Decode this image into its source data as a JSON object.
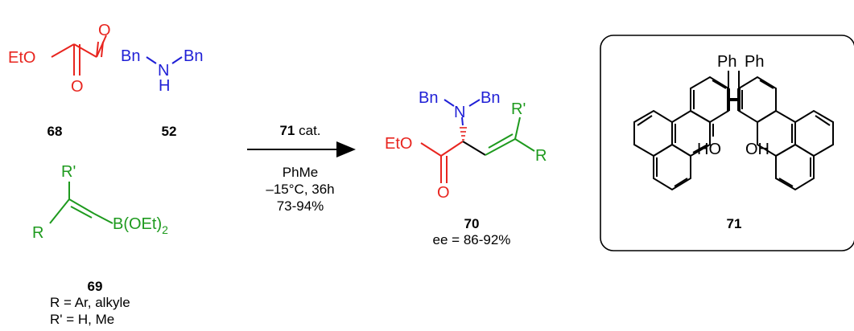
{
  "colors": {
    "red": "#e8251f",
    "blue": "#1f1fd6",
    "green": "#1e9a1e",
    "black": "#000000"
  },
  "compounds": {
    "c68": {
      "number": "68",
      "eto": "EtO",
      "o_top": "O",
      "o_bottom": "O"
    },
    "c52": {
      "number": "52",
      "bn_left": "Bn",
      "n": "N",
      "bn_right": "Bn",
      "h": "H"
    },
    "c69": {
      "number": "69",
      "rprime": "R'",
      "r": "R",
      "boron": "B(OEt)",
      "boron_sub": "2",
      "r_def": "R = Ar, alkyle",
      "rprime_def": "R' = H, Me"
    },
    "c70": {
      "number": "70",
      "bn_left": "Bn",
      "n": "N",
      "bn_right": "Bn",
      "eto": "EtO",
      "o": "O",
      "rprime": "R'",
      "r": "R",
      "ee": "ee = 86-92%"
    },
    "c71": {
      "number": "71",
      "ph_left": "Ph",
      "ph_right": "Ph",
      "ho": "HO",
      "oh": "OH"
    }
  },
  "conditions": {
    "catalyst_num": "71",
    "catalyst_suffix": " cat.",
    "solvent": "PhMe",
    "temp_time": "–15°C, 36h",
    "yield": "73-94%"
  }
}
